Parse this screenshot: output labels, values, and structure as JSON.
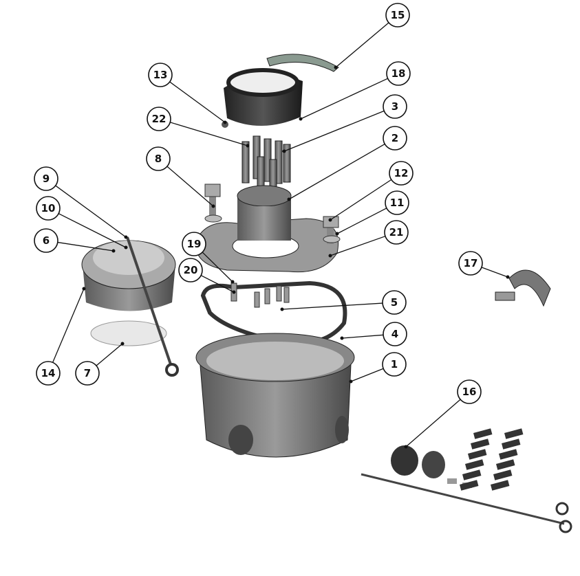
{
  "diagram": {
    "type": "exploded-parts-view",
    "callouts": [
      {
        "number": "15",
        "part": "label-band"
      },
      {
        "number": "13",
        "part": "set-screw"
      },
      {
        "number": "18",
        "part": "collar-ring"
      },
      {
        "number": "3",
        "part": "terminal-pins"
      },
      {
        "number": "22",
        "part": "pin-caps"
      },
      {
        "number": "2",
        "part": "terminal-block"
      },
      {
        "number": "8",
        "part": "bolt"
      },
      {
        "number": "9",
        "part": "cover-screw"
      },
      {
        "number": "12",
        "part": "bolt"
      },
      {
        "number": "11",
        "part": "lock-washer"
      },
      {
        "number": "10",
        "part": "washer"
      },
      {
        "number": "21",
        "part": "mounting-plate"
      },
      {
        "number": "6",
        "part": "cover"
      },
      {
        "number": "19",
        "part": "screw"
      },
      {
        "number": "20",
        "part": "washer"
      },
      {
        "number": "17",
        "part": "pipe-clamp"
      },
      {
        "number": "5",
        "part": "screws"
      },
      {
        "number": "4",
        "part": "gasket"
      },
      {
        "number": "1",
        "part": "housing"
      },
      {
        "number": "14",
        "part": "cover-seal"
      },
      {
        "number": "7",
        "part": "cover-disc"
      },
      {
        "number": "16",
        "part": "accessory-kit"
      }
    ],
    "colors": {
      "line": "#1a1a1a",
      "part_dark": "#3a3a3a",
      "part_mid": "#8a8a8a",
      "part_light": "#c8c8c8"
    }
  }
}
